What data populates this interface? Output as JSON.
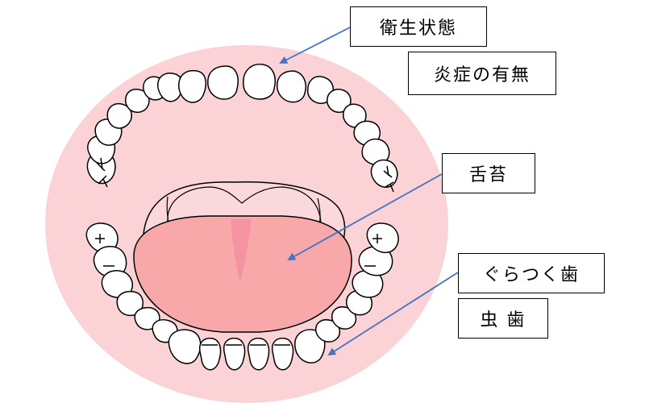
{
  "labels": {
    "hygiene": "衛生状態",
    "inflammation": "炎症の有無",
    "tongue_coating": "舌苔",
    "loose_teeth": "ぐらつく歯",
    "cavity": "虫 歯"
  },
  "colors": {
    "oral_cavity": "#fbd3d6",
    "tongue": "#f8a8a9",
    "tongue_back": "#fbd8dc",
    "tongue_groove": "#f48fa0",
    "arrow": "#4472c4",
    "tooth": "#ffffff",
    "outline": "#000000"
  }
}
